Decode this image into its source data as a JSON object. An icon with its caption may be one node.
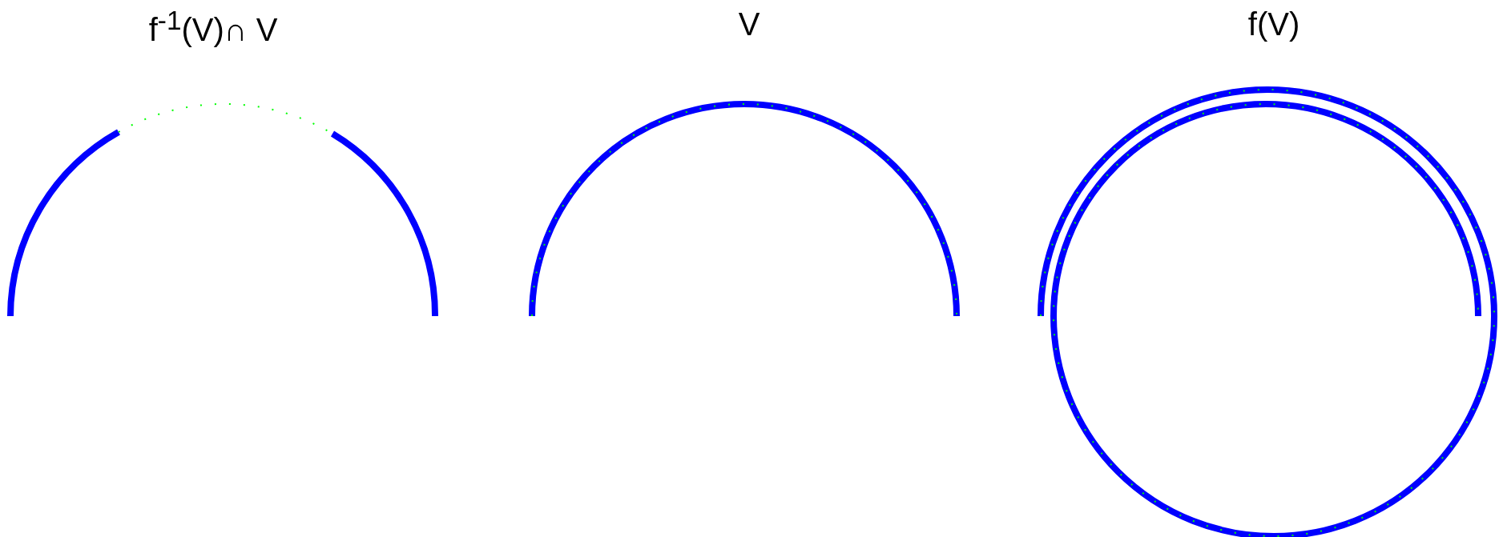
{
  "diagram": {
    "labels": [
      "f$^{-1}$(V)∩ V",
      "V",
      "f(V)"
    ]
  }
}
